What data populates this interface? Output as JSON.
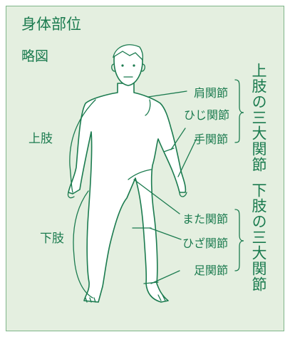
{
  "title": "身体部位",
  "subtitle": "略図",
  "groups": {
    "upper": {
      "heading": "上肢の三大関節",
      "label": "上肢"
    },
    "lower": {
      "heading": "下肢の三大関節",
      "label": "下肢"
    }
  },
  "joints": {
    "shoulder": "肩関節",
    "elbow": "ひじ関節",
    "wrist": "手関節",
    "hip": "また関節",
    "knee": "ひざ関節",
    "ankle": "足関節"
  },
  "colors": {
    "accent": "#1b7b4f",
    "panel_background": "#e4efe0",
    "panel_border": "#7fb58a",
    "body_fill": "#ffffff"
  }
}
